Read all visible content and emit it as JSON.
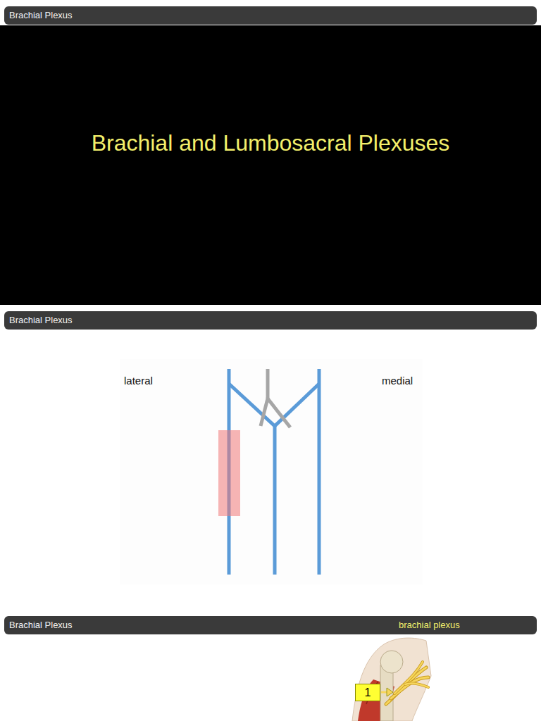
{
  "diagram": {
    "title": "Brachial and Lumbosacral Plexuses",
    "nodes": [
      {
        "text": [
          "Brachial Plexus"
        ]
      },
      {
        "text": [
          "Brachial Plexus"
        ]
      },
      {
        "text": [
          "Brachial Plexus",
          "brachial plexus"
        ]
      },
      {
        "text": [
          "1"
        ]
      }
    ],
    "edges": [],
    "labels": [
      "lateral",
      "medial"
    ]
  }
}
